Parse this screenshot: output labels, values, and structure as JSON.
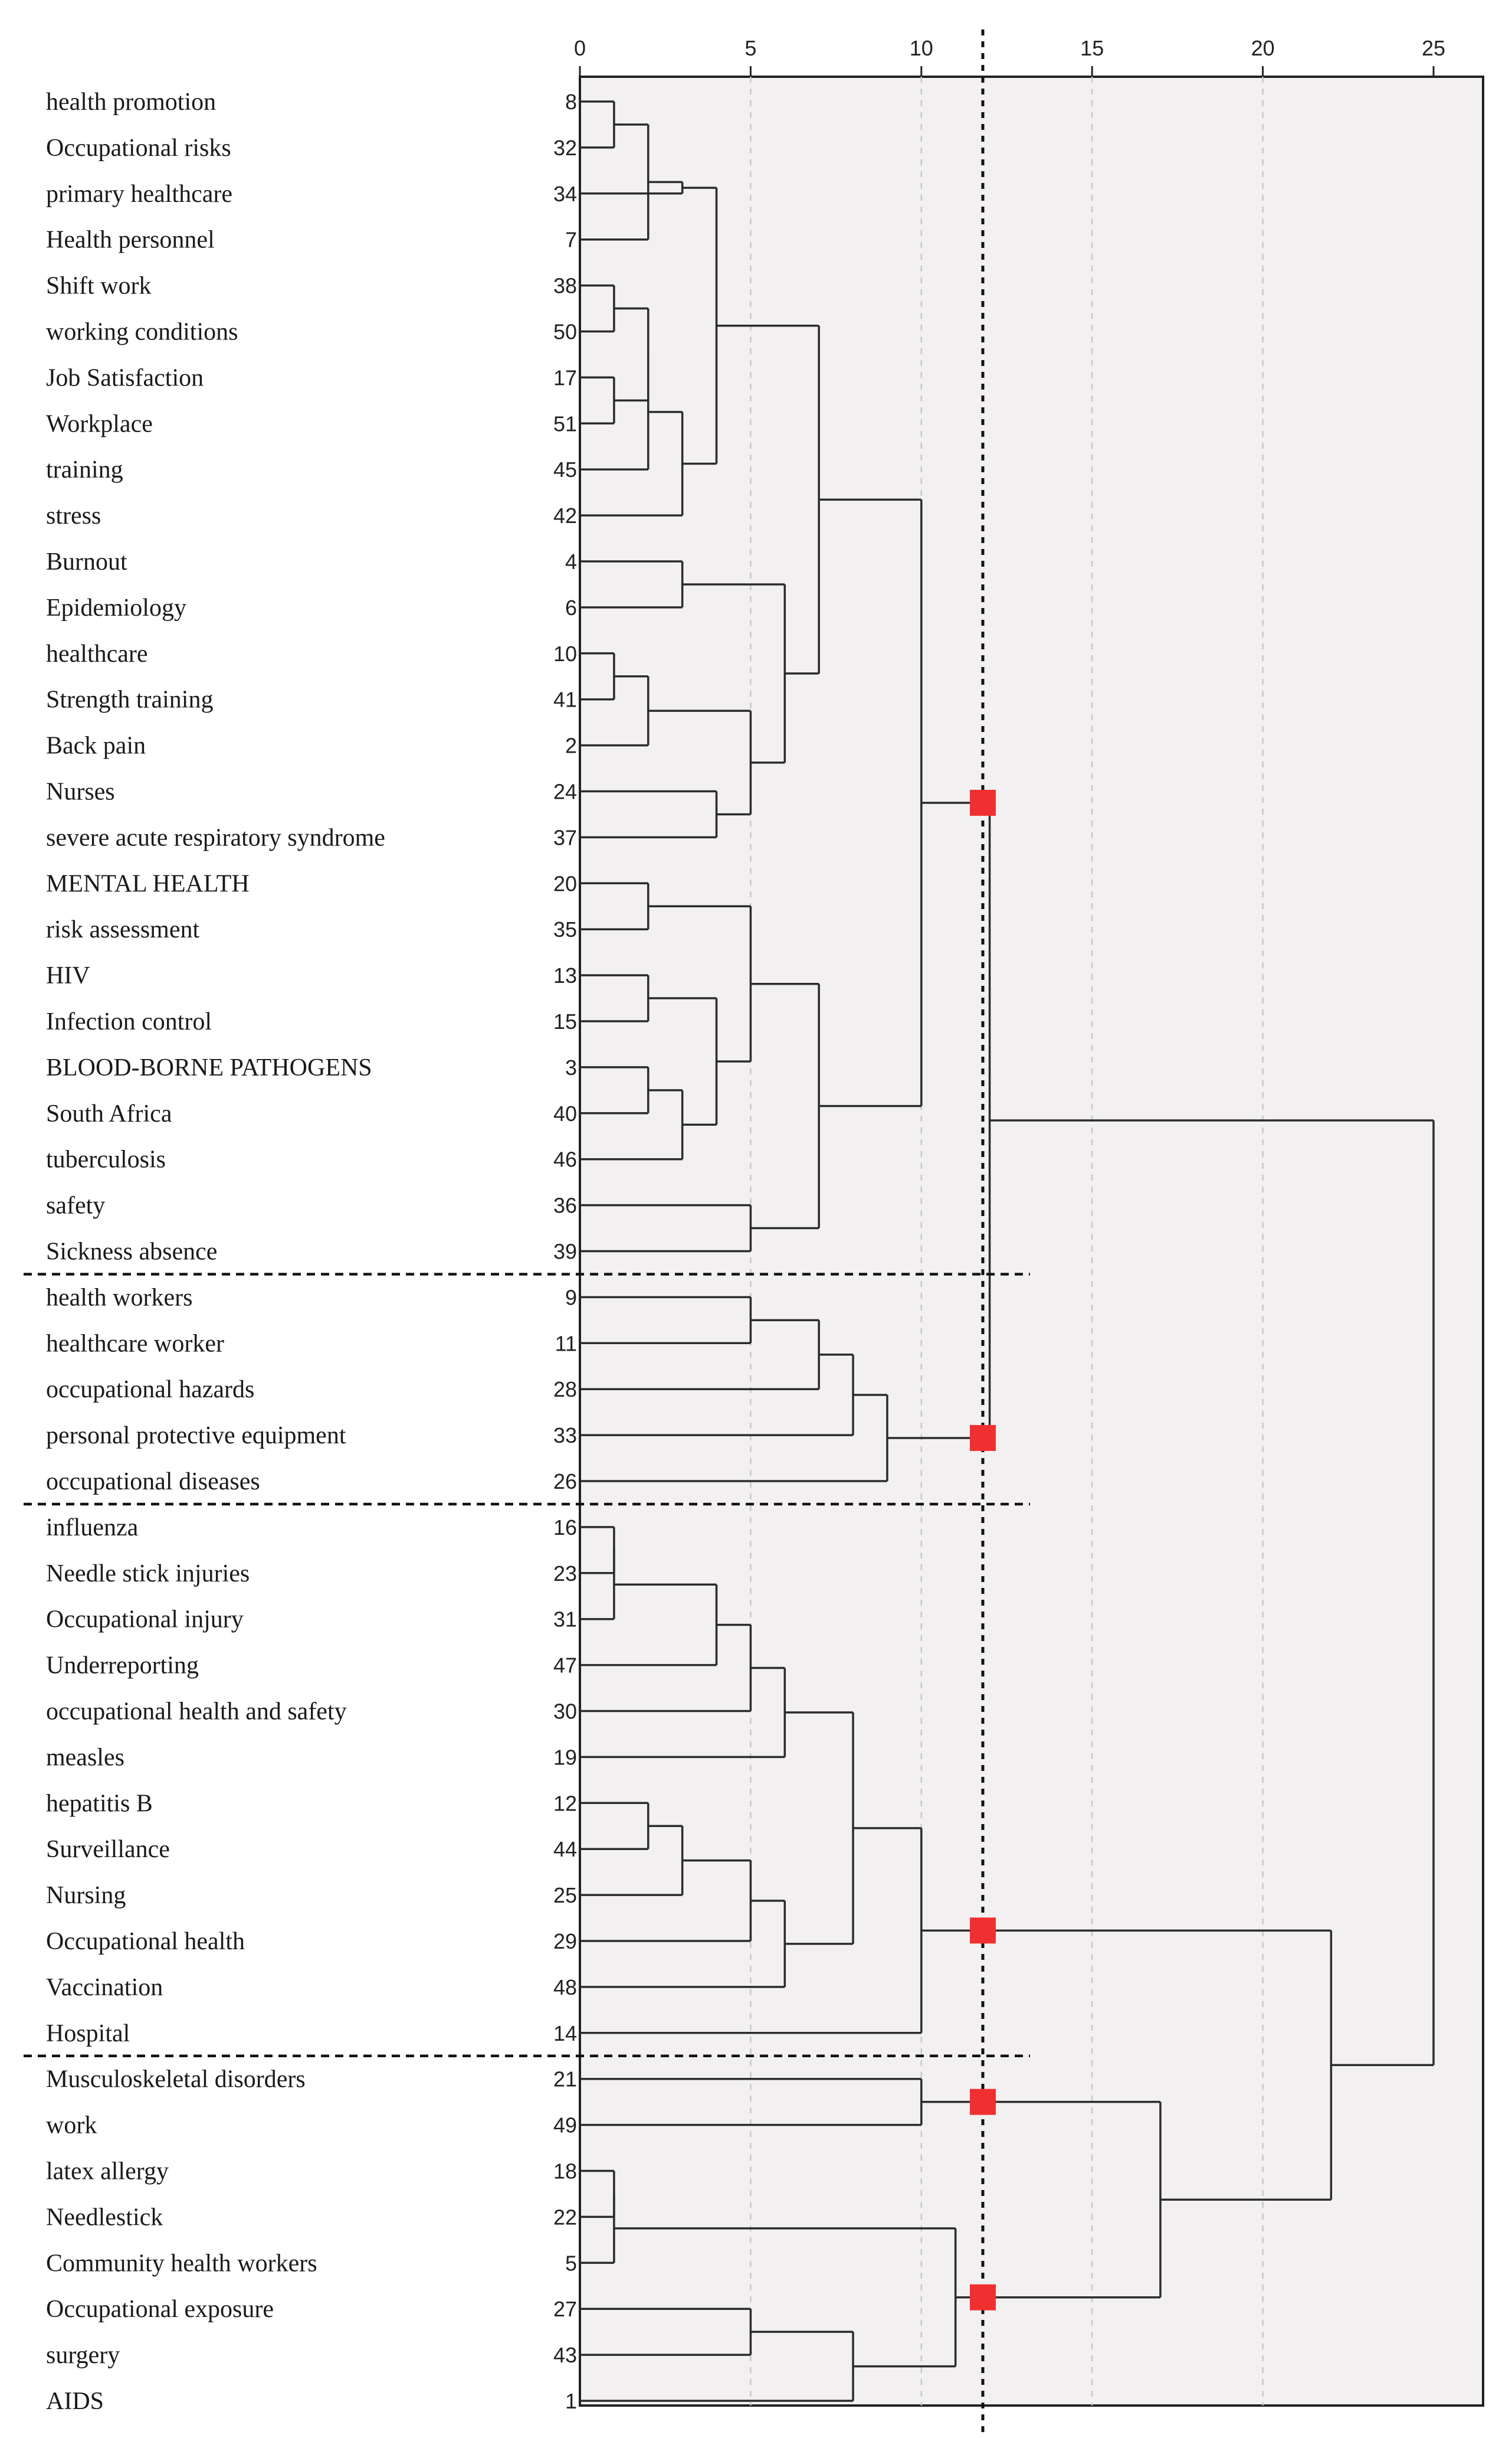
{
  "chart_data": {
    "type": "dendrogram",
    "xlim": [
      0,
      25
    ],
    "xticks": [
      "0",
      "5",
      "10",
      "15",
      "20",
      "25"
    ],
    "cut_height": 11.8,
    "colors": {
      "branch": "#2b2b2b",
      "marker": "#f03030",
      "cut": "#111111",
      "plot_bg": "#f2f0f0"
    },
    "leaves": [
      {
        "label": "health promotion",
        "id": "8"
      },
      {
        "label": "Occupational risks",
        "id": "32"
      },
      {
        "label": "primary healthcare",
        "id": "34"
      },
      {
        "label": "Health personnel",
        "id": "7"
      },
      {
        "label": "Shift work",
        "id": "38"
      },
      {
        "label": "working conditions",
        "id": "50"
      },
      {
        "label": "Job Satisfaction",
        "id": "17"
      },
      {
        "label": "Workplace",
        "id": "51"
      },
      {
        "label": "training",
        "id": "45"
      },
      {
        "label": "stress",
        "id": "42"
      },
      {
        "label": "Burnout",
        "id": "4"
      },
      {
        "label": "Epidemiology",
        "id": "6"
      },
      {
        "label": "healthcare",
        "id": "10"
      },
      {
        "label": "Strength training",
        "id": "41"
      },
      {
        "label": "Back pain",
        "id": "2"
      },
      {
        "label": "Nurses",
        "id": "24"
      },
      {
        "label": "severe acute respiratory syndrome",
        "id": "37"
      },
      {
        "label": "MENTAL HEALTH",
        "id": "20"
      },
      {
        "label": "risk assessment",
        "id": "35"
      },
      {
        "label": "HIV",
        "id": "13"
      },
      {
        "label": "Infection control",
        "id": "15"
      },
      {
        "label": "BLOOD-BORNE PATHOGENS",
        "id": "3"
      },
      {
        "label": "South Africa",
        "id": "40"
      },
      {
        "label": "tuberculosis",
        "id": "46"
      },
      {
        "label": "safety",
        "id": "36"
      },
      {
        "label": "Sickness absence",
        "id": "39"
      },
      {
        "label": "health workers",
        "id": "9"
      },
      {
        "label": "healthcare worker",
        "id": "11"
      },
      {
        "label": "occupational hazards",
        "id": "28"
      },
      {
        "label": "personal protective equipment",
        "id": "33"
      },
      {
        "label": "occupational diseases",
        "id": "26"
      },
      {
        "label": "influenza",
        "id": "16"
      },
      {
        "label": "Needle stick injuries",
        "id": "23"
      },
      {
        "label": "Occupational injury",
        "id": "31"
      },
      {
        "label": "Underreporting",
        "id": "47"
      },
      {
        "label": "occupational health and safety",
        "id": "30"
      },
      {
        "label": "measles",
        "id": "19"
      },
      {
        "label": "hepatitis B",
        "id": "12"
      },
      {
        "label": "Surveillance",
        "id": "44"
      },
      {
        "label": "Nursing",
        "id": "25"
      },
      {
        "label": "Occupational health",
        "id": "29"
      },
      {
        "label": "Vaccination",
        "id": "48"
      },
      {
        "label": "Hospital",
        "id": "14"
      },
      {
        "label": "Musculoskeletal disorders",
        "id": "21"
      },
      {
        "label": "work",
        "id": "49"
      },
      {
        "label": "latex allergy",
        "id": "18"
      },
      {
        "label": "Needlestick",
        "id": "22"
      },
      {
        "label": "Community health workers",
        "id": "5"
      },
      {
        "label": "Occupational exposure",
        "id": "27"
      },
      {
        "label": "surgery",
        "id": "43"
      },
      {
        "label": "AIDS",
        "id": "1"
      }
    ],
    "merges": [
      {
        "name": "a1",
        "children": [
          "L0",
          "L1"
        ],
        "height": 1
      },
      {
        "name": "a2",
        "children": [
          "a1",
          "L3"
        ],
        "height": 2
      },
      {
        "name": "a3",
        "children": [
          "a2",
          "L2"
        ],
        "height": 3
      },
      {
        "name": "b1",
        "children": [
          "L4",
          "L5"
        ],
        "height": 1
      },
      {
        "name": "b2",
        "children": [
          "L6",
          "L7"
        ],
        "height": 1
      },
      {
        "name": "b3",
        "children": [
          "b1",
          "b2"
        ],
        "height": 2
      },
      {
        "name": "b4",
        "children": [
          "b3",
          "L8"
        ],
        "height": 2
      },
      {
        "name": "b5",
        "children": [
          "b4",
          "L9"
        ],
        "height": 3
      },
      {
        "name": "c1",
        "children": [
          "a3",
          "b5"
        ],
        "height": 4
      },
      {
        "name": "d1",
        "children": [
          "L10",
          "L11"
        ],
        "height": 3
      },
      {
        "name": "d2",
        "children": [
          "L12",
          "L13"
        ],
        "height": 1
      },
      {
        "name": "d3",
        "children": [
          "d2",
          "L14"
        ],
        "height": 2
      },
      {
        "name": "d4",
        "children": [
          "L15",
          "L16"
        ],
        "height": 4
      },
      {
        "name": "d5",
        "children": [
          "d3",
          "d4"
        ],
        "height": 5
      },
      {
        "name": "d6",
        "children": [
          "d1",
          "d5"
        ],
        "height": 6
      },
      {
        "name": "e1",
        "children": [
          "c1",
          "d6"
        ],
        "height": 7
      },
      {
        "name": "f1",
        "children": [
          "L17",
          "L18"
        ],
        "height": 2
      },
      {
        "name": "f2",
        "children": [
          "L19",
          "L20"
        ],
        "height": 2
      },
      {
        "name": "f3",
        "children": [
          "L21",
          "L22"
        ],
        "height": 2
      },
      {
        "name": "f4",
        "children": [
          "f3",
          "L23"
        ],
        "height": 3
      },
      {
        "name": "f5",
        "children": [
          "f2",
          "f4"
        ],
        "height": 4
      },
      {
        "name": "f6",
        "children": [
          "f1",
          "f5"
        ],
        "height": 5
      },
      {
        "name": "f7",
        "children": [
          "L24",
          "L25"
        ],
        "height": 5
      },
      {
        "name": "f8",
        "children": [
          "f6",
          "f7"
        ],
        "height": 7
      },
      {
        "name": "g1",
        "children": [
          "e1",
          "f8"
        ],
        "height": 10
      },
      {
        "name": "h1",
        "children": [
          "L26",
          "L27"
        ],
        "height": 5
      },
      {
        "name": "h2",
        "children": [
          "h1",
          "L28"
        ],
        "height": 7
      },
      {
        "name": "h3",
        "children": [
          "h2",
          "L29"
        ],
        "height": 8
      },
      {
        "name": "h4",
        "children": [
          "h3",
          "L30"
        ],
        "height": 9
      },
      {
        "name": "k1",
        "children": [
          "g1",
          "h4"
        ],
        "height": 12
      },
      {
        "name": "m1",
        "children": [
          "L31",
          "L32"
        ],
        "height": 1
      },
      {
        "name": "m2",
        "children": [
          "m1",
          "L33"
        ],
        "height": 1
      },
      {
        "name": "m3",
        "children": [
          "m2",
          "L34"
        ],
        "height": 4
      },
      {
        "name": "m4",
        "children": [
          "m3",
          "L35"
        ],
        "height": 5
      },
      {
        "name": "m5",
        "children": [
          "m4",
          "L36"
        ],
        "height": 6
      },
      {
        "name": "n1",
        "children": [
          "L37",
          "L38"
        ],
        "height": 2
      },
      {
        "name": "n2",
        "children": [
          "n1",
          "L39"
        ],
        "height": 3
      },
      {
        "name": "n3",
        "children": [
          "n2",
          "L40"
        ],
        "height": 5
      },
      {
        "name": "n4",
        "children": [
          "n3",
          "L41"
        ],
        "height": 6
      },
      {
        "name": "o1",
        "children": [
          "m5",
          "n4"
        ],
        "height": 8
      },
      {
        "name": "o2",
        "children": [
          "o1",
          "L42"
        ],
        "height": 10
      },
      {
        "name": "p1",
        "children": [
          "L43",
          "L44"
        ],
        "height": 10
      },
      {
        "name": "q1",
        "children": [
          "L45",
          "L46"
        ],
        "height": 1
      },
      {
        "name": "q2",
        "children": [
          "q1",
          "L47"
        ],
        "height": 1
      },
      {
        "name": "r1",
        "children": [
          "L48",
          "L49"
        ],
        "height": 5
      },
      {
        "name": "r2",
        "children": [
          "r1",
          "L50"
        ],
        "height": 8
      },
      {
        "name": "s1",
        "children": [
          "q2",
          "r2"
        ],
        "height": 11
      },
      {
        "name": "t1",
        "children": [
          "p1",
          "s1"
        ],
        "height": 17
      },
      {
        "name": "u1",
        "children": [
          "o2",
          "t1"
        ],
        "height": 22
      },
      {
        "name": "root",
        "children": [
          "k1",
          "u1"
        ],
        "height": 25
      }
    ],
    "cluster_markers": [
      "g1",
      "h4",
      "o2",
      "p1",
      "s1"
    ],
    "separators_after": [
      25,
      30,
      42
    ]
  }
}
